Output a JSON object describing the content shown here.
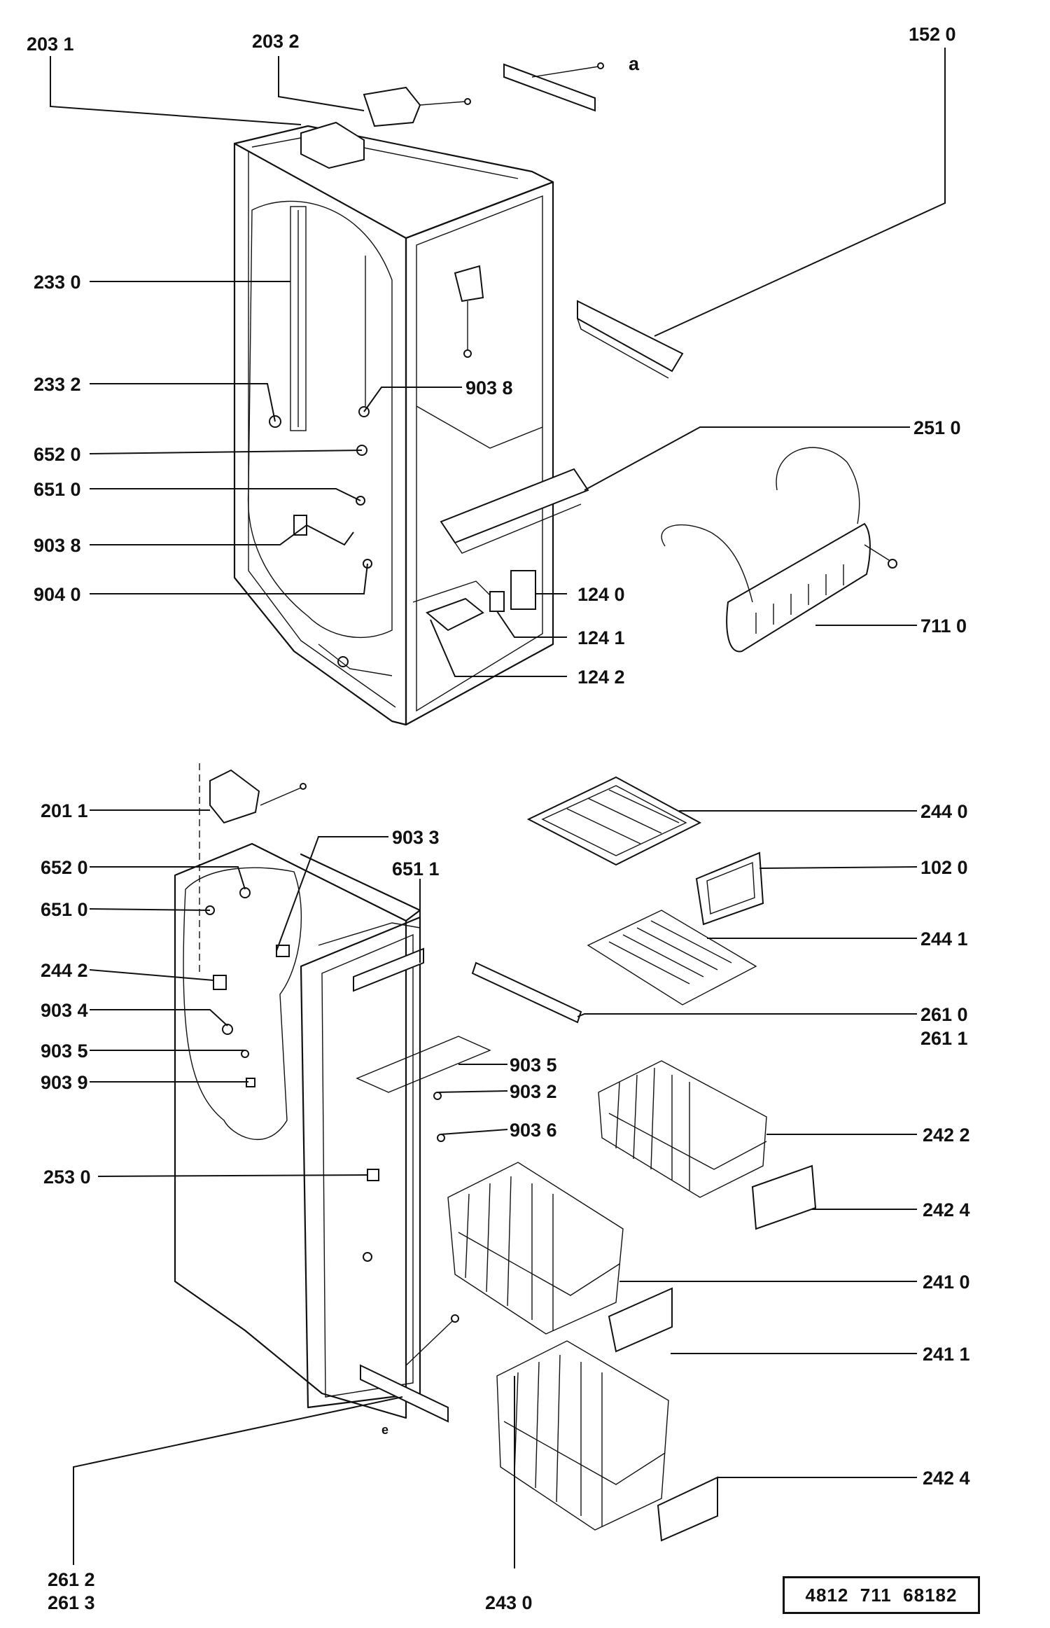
{
  "diagram": {
    "callouts": [
      {
        "id": "c-2031",
        "text": "203 1"
      },
      {
        "id": "c-2032",
        "text": "203 2"
      },
      {
        "id": "c-1520",
        "text": "152 0"
      },
      {
        "id": "c-2330",
        "text": "233 0"
      },
      {
        "id": "c-2332",
        "text": "233 2"
      },
      {
        "id": "c-9038a",
        "text": "903 8"
      },
      {
        "id": "c-6520a",
        "text": "652 0"
      },
      {
        "id": "c-2510",
        "text": "251 0"
      },
      {
        "id": "c-6510a",
        "text": "651 0"
      },
      {
        "id": "c-9038b",
        "text": "903 8"
      },
      {
        "id": "c-9040",
        "text": "904 0"
      },
      {
        "id": "c-1240",
        "text": "124 0"
      },
      {
        "id": "c-1241",
        "text": "124 1"
      },
      {
        "id": "c-1242",
        "text": "124 2"
      },
      {
        "id": "c-7110",
        "text": "711 0"
      },
      {
        "id": "c-2011",
        "text": "201 1"
      },
      {
        "id": "c-9033",
        "text": "903 3"
      },
      {
        "id": "c-6511",
        "text": "651 1"
      },
      {
        "id": "c-2440",
        "text": "244 0"
      },
      {
        "id": "c-6520b",
        "text": "652 0"
      },
      {
        "id": "c-1020",
        "text": "102 0"
      },
      {
        "id": "c-6510b",
        "text": "651 0"
      },
      {
        "id": "c-2441",
        "text": "244 1"
      },
      {
        "id": "c-2442",
        "text": "244 2"
      },
      {
        "id": "c-9034",
        "text": "903 4"
      },
      {
        "id": "c-2610",
        "text": "261 0"
      },
      {
        "id": "c-2611",
        "text": "261 1"
      },
      {
        "id": "c-9035a",
        "text": "903 5"
      },
      {
        "id": "c-9035b",
        "text": "903 5"
      },
      {
        "id": "c-9039",
        "text": "903 9"
      },
      {
        "id": "c-9032",
        "text": "903 2"
      },
      {
        "id": "c-9036",
        "text": "903 6"
      },
      {
        "id": "c-2422",
        "text": "242 2"
      },
      {
        "id": "c-2530",
        "text": "253 0"
      },
      {
        "id": "c-2424a",
        "text": "242 4"
      },
      {
        "id": "c-2410",
        "text": "241 0"
      },
      {
        "id": "c-2411",
        "text": "241 1"
      },
      {
        "id": "c-2424b",
        "text": "242 4"
      },
      {
        "id": "c-2612",
        "text": "261 2"
      },
      {
        "id": "c-2613",
        "text": "261 3"
      },
      {
        "id": "c-2430",
        "text": "243 0"
      }
    ],
    "stray_marks": {
      "small_a": "a",
      "small_e": "e"
    },
    "document_code": "4812  711  68182"
  }
}
